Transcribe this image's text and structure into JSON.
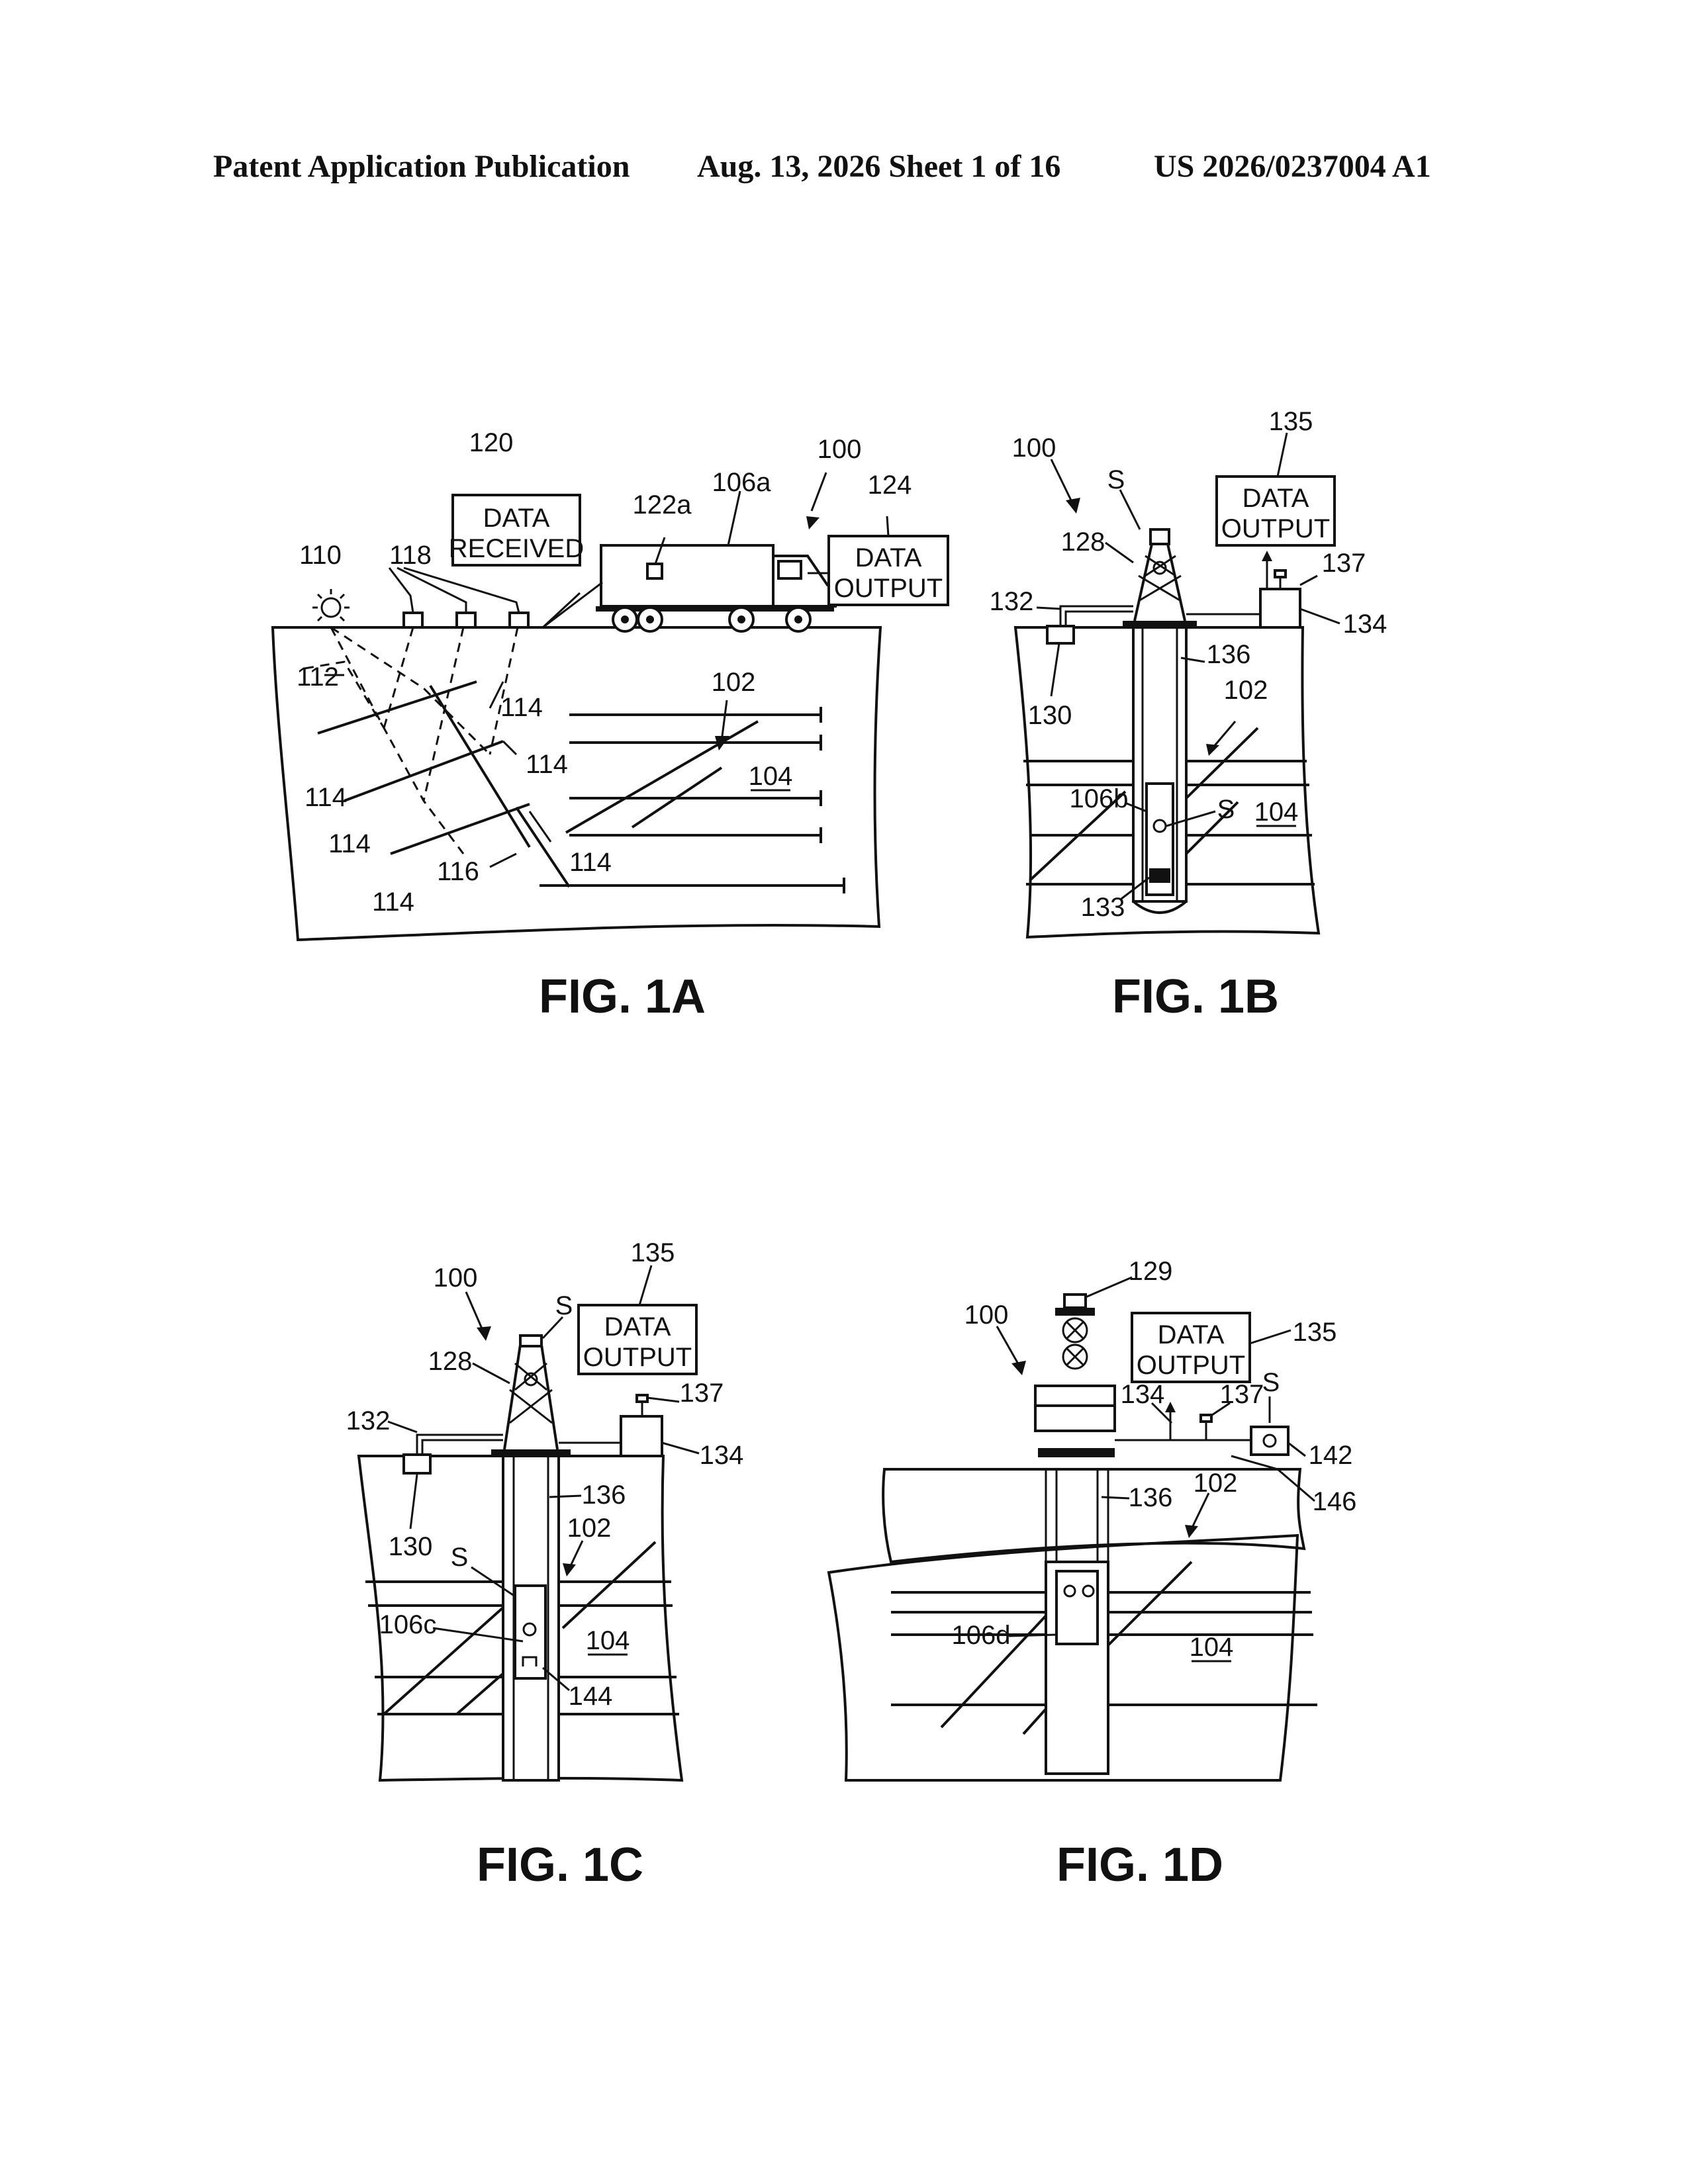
{
  "header": {
    "left": "Patent Application Publication",
    "middle": "Aug. 13, 2026  Sheet 1 of 16",
    "right": "US 2026/0237004 A1"
  },
  "fig1a": {
    "caption": "FIG. 1A",
    "box_received": [
      "DATA",
      "RECEIVED"
    ],
    "box_output": [
      "DATA",
      "OUTPUT"
    ],
    "labels": {
      "r100": "100",
      "r120": "120",
      "r122a": "122a",
      "r106a": "106a",
      "r124": "124",
      "r110": "110",
      "r118": "118",
      "r112": "112",
      "r102": "102",
      "r104": "104",
      "r116": "116",
      "r114": "114"
    }
  },
  "fig1b": {
    "caption": "FIG. 1B",
    "box_output": [
      "DATA",
      "OUTPUT"
    ],
    "labels": {
      "r100": "100",
      "r135": "135",
      "rS": "S",
      "r128": "128",
      "r137": "137",
      "r132": "132",
      "r134": "134",
      "r136": "136",
      "r130": "130",
      "r102": "102",
      "r106b": "106b",
      "r104": "104",
      "r133": "133"
    }
  },
  "fig1c": {
    "caption": "FIG. 1C",
    "box_output": [
      "DATA",
      "OUTPUT"
    ],
    "labels": {
      "r100": "100",
      "r135": "135",
      "rS": "S",
      "r128": "128",
      "r137": "137",
      "r132": "132",
      "r134": "134",
      "r136": "136",
      "r130": "130",
      "r102": "102",
      "r106c": "106c",
      "r104": "104",
      "r144": "144"
    }
  },
  "fig1d": {
    "caption": "FIG. 1D",
    "box_output": [
      "DATA",
      "OUTPUT"
    ],
    "labels": {
      "r129": "129",
      "r100": "100",
      "r135": "135",
      "r134": "134",
      "r137": "137",
      "rS": "S",
      "r142": "142",
      "r136": "136",
      "r102": "102",
      "r146": "146",
      "r106d": "106d",
      "r104": "104"
    }
  }
}
